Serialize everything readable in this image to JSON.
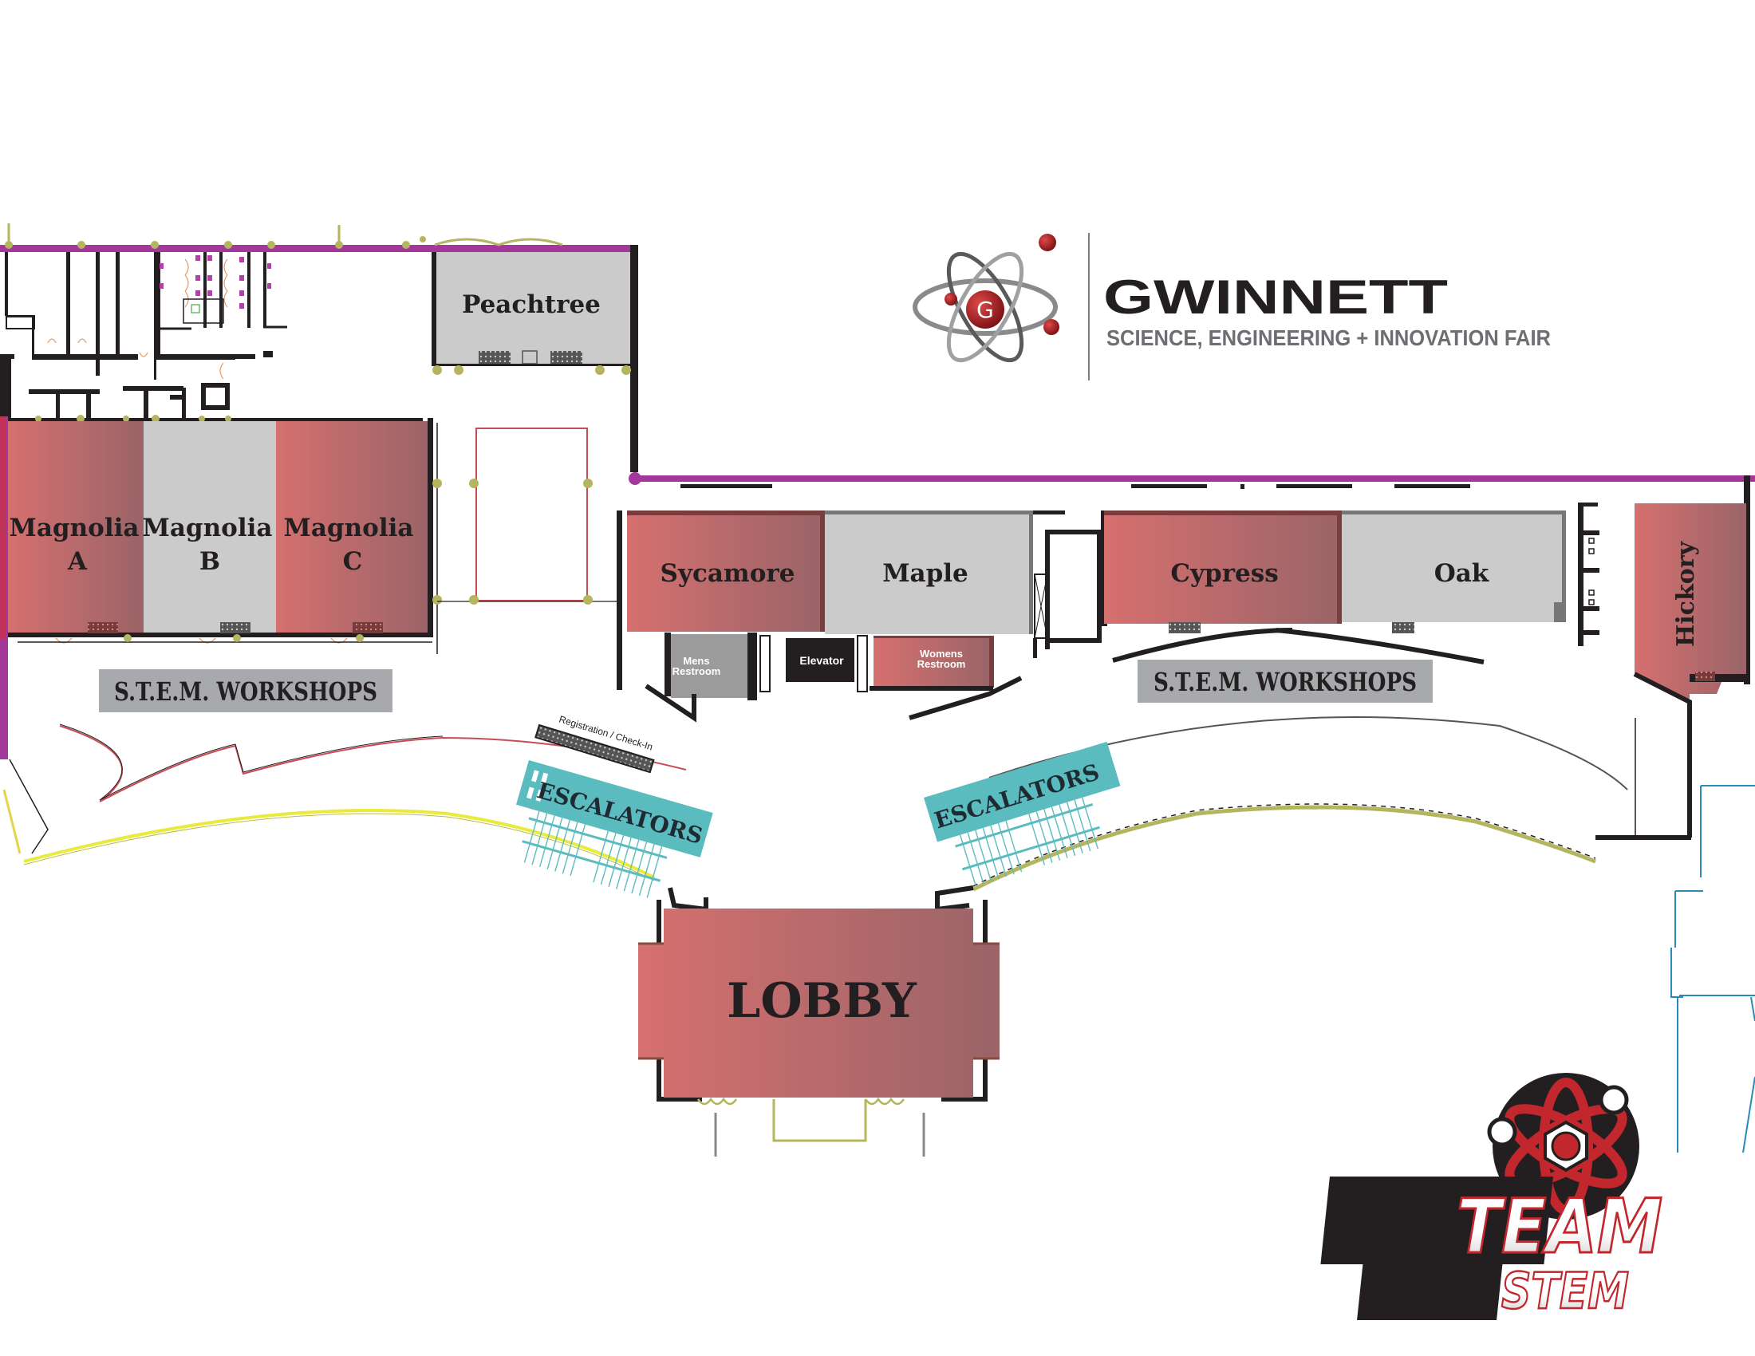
{
  "logo": {
    "icon": "atom-g-icon",
    "title": "GWINNETT",
    "subtitle": "SCIENCE, ENGINEERING + INNOVATION FAIR"
  },
  "team_logo": {
    "icon": "atom-icon",
    "line1": "TEAM",
    "line2": "STEM"
  },
  "colors": {
    "room_red_start": "#d46f70",
    "room_red_end": "#9a6266",
    "room_gray": "#cbcbcc",
    "exterior_wall_purple": "#a4389a",
    "escalator_teal": "#5bbcbf",
    "label_box_gray": "#a7a9ac",
    "wall_black": "#231f20",
    "fixture_olive": "#b5b560"
  },
  "rooms": {
    "peachtree": "Peachtree",
    "magnolia_a": {
      "line1": "Magnolia",
      "line2": "A"
    },
    "magnolia_b": {
      "line1": "Magnolia",
      "line2": "B"
    },
    "magnolia_c": {
      "line1": "Magnolia",
      "line2": "C"
    },
    "sycamore": "Sycamore",
    "maple": "Maple",
    "cypress": "Cypress",
    "oak": "Oak",
    "hickory": "Hickory",
    "lobby": "LOBBY"
  },
  "facilities": {
    "mens_restroom": {
      "line1": "Mens",
      "line2": "Restroom"
    },
    "womens_restroom": {
      "line1": "Womens",
      "line2": "Restroom"
    },
    "elevator": "Elevator",
    "registration": "Registration / Check-In"
  },
  "areas": {
    "workshops_left": "S.T.E.M. WORKSHOPS",
    "workshops_right": "S.T.E.M. WORKSHOPS",
    "escalators_left": "ESCALATORS",
    "escalators_right": "ESCALATORS"
  }
}
